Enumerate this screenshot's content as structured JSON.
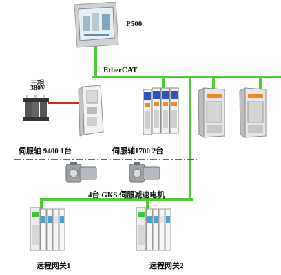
{
  "hmi": {
    "label": "P500"
  },
  "bus": {
    "label": "EtherCAT",
    "color": "#4ccf35"
  },
  "power": {
    "label_line1": "三相",
    "label_line2": "380V",
    "cable_color": "#d42a1e"
  },
  "drives": {
    "servo_9400_label": "伺服轴 9400  1台",
    "servo_1700_label": "伺服轴1700  2台",
    "gks_label": "4台 GKS 伺服减速电机"
  },
  "gateways": {
    "gateway1_label": "远程网关1",
    "gateway2_label": "远程网关2"
  }
}
